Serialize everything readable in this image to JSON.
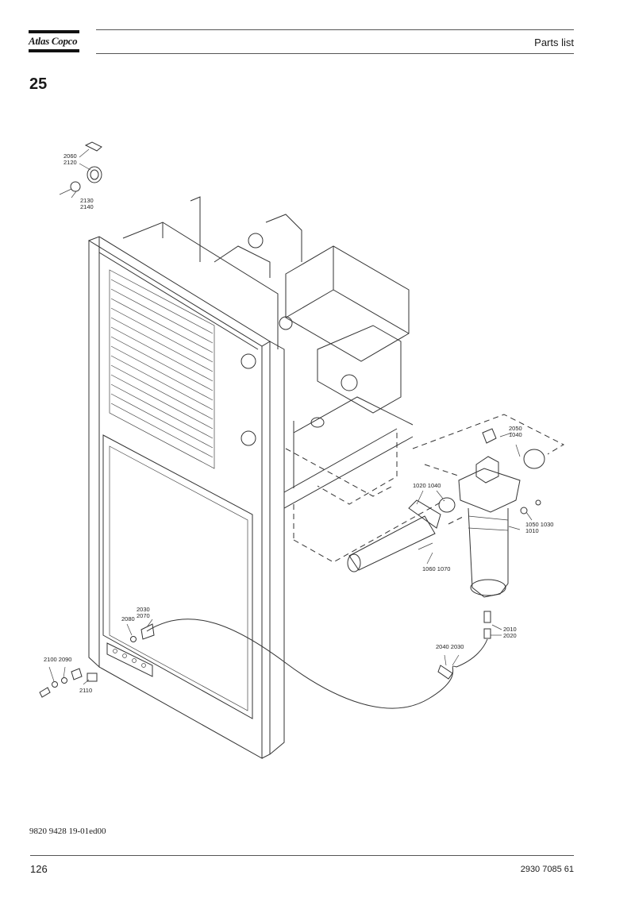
{
  "header": {
    "logo_text": "Atlas Copco",
    "title": "Parts list"
  },
  "section_number": "25",
  "callouts": {
    "c2060_2120": [
      "2060",
      "2120"
    ],
    "c2130_2140": [
      "2130",
      "2140"
    ],
    "c2050_1040": [
      "2050",
      "1040"
    ],
    "c1020_1040": "1020 1040",
    "c1050_1030": "1050 1030",
    "c1010": "1010",
    "c1060_1070": "1060 1070",
    "c2030_2070": [
      "2030",
      "2070"
    ],
    "c2080": "2080",
    "c2010_2020": [
      "2010",
      "2020"
    ],
    "c2040_2030": "2040 2030",
    "c2100_2090": "2100 2090",
    "c2110": "2110"
  },
  "drawing_code": "9820 9428 19-01ed00",
  "footer": {
    "page_number": "126",
    "doc_number": "2930 7085 61"
  }
}
